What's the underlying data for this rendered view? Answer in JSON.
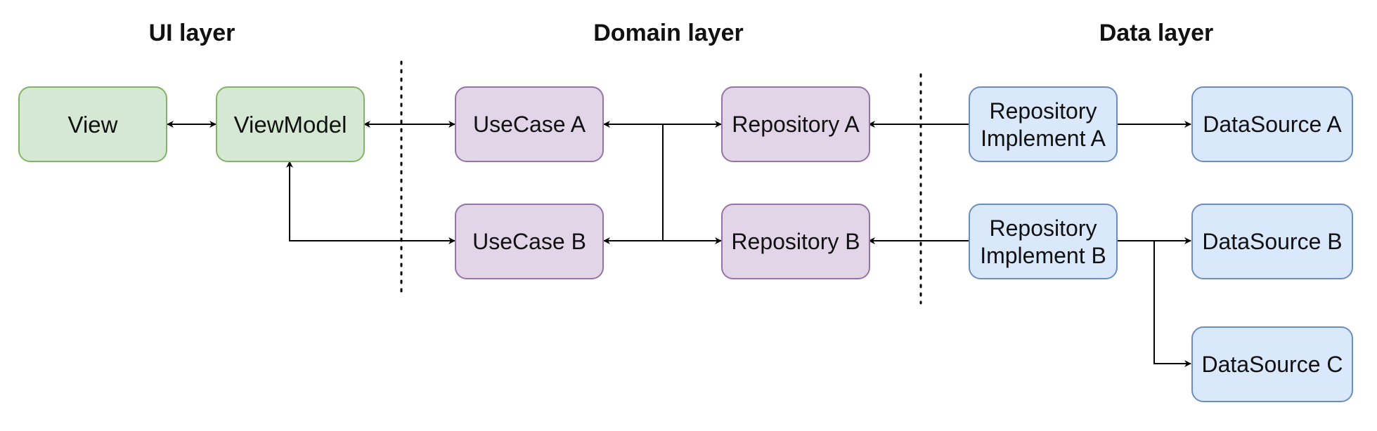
{
  "headings": {
    "ui": "UI layer",
    "domain": "Domain layer",
    "data": "Data layer"
  },
  "nodes": {
    "view": "View",
    "viewmodel": "ViewModel",
    "usecase_a": "UseCase A",
    "usecase_b": "UseCase B",
    "repository_a": "Repository A",
    "repository_b": "Repository B",
    "repo_impl_a": {
      "line1": "Repository",
      "line2": "Implement A"
    },
    "repo_impl_b": {
      "line1": "Repository",
      "line2": "Implement B"
    },
    "datasource_a": "DataSource A",
    "datasource_b": "DataSource B",
    "datasource_c": "DataSource C"
  },
  "colors": {
    "ui_fill": "#d5e8d4",
    "ui_stroke": "#82b366",
    "domain_fill": "#e1d5e7",
    "domain_stroke": "#9673a6",
    "data_fill": "#dae8fc",
    "data_stroke": "#6c8ebf",
    "line": "#000000"
  }
}
